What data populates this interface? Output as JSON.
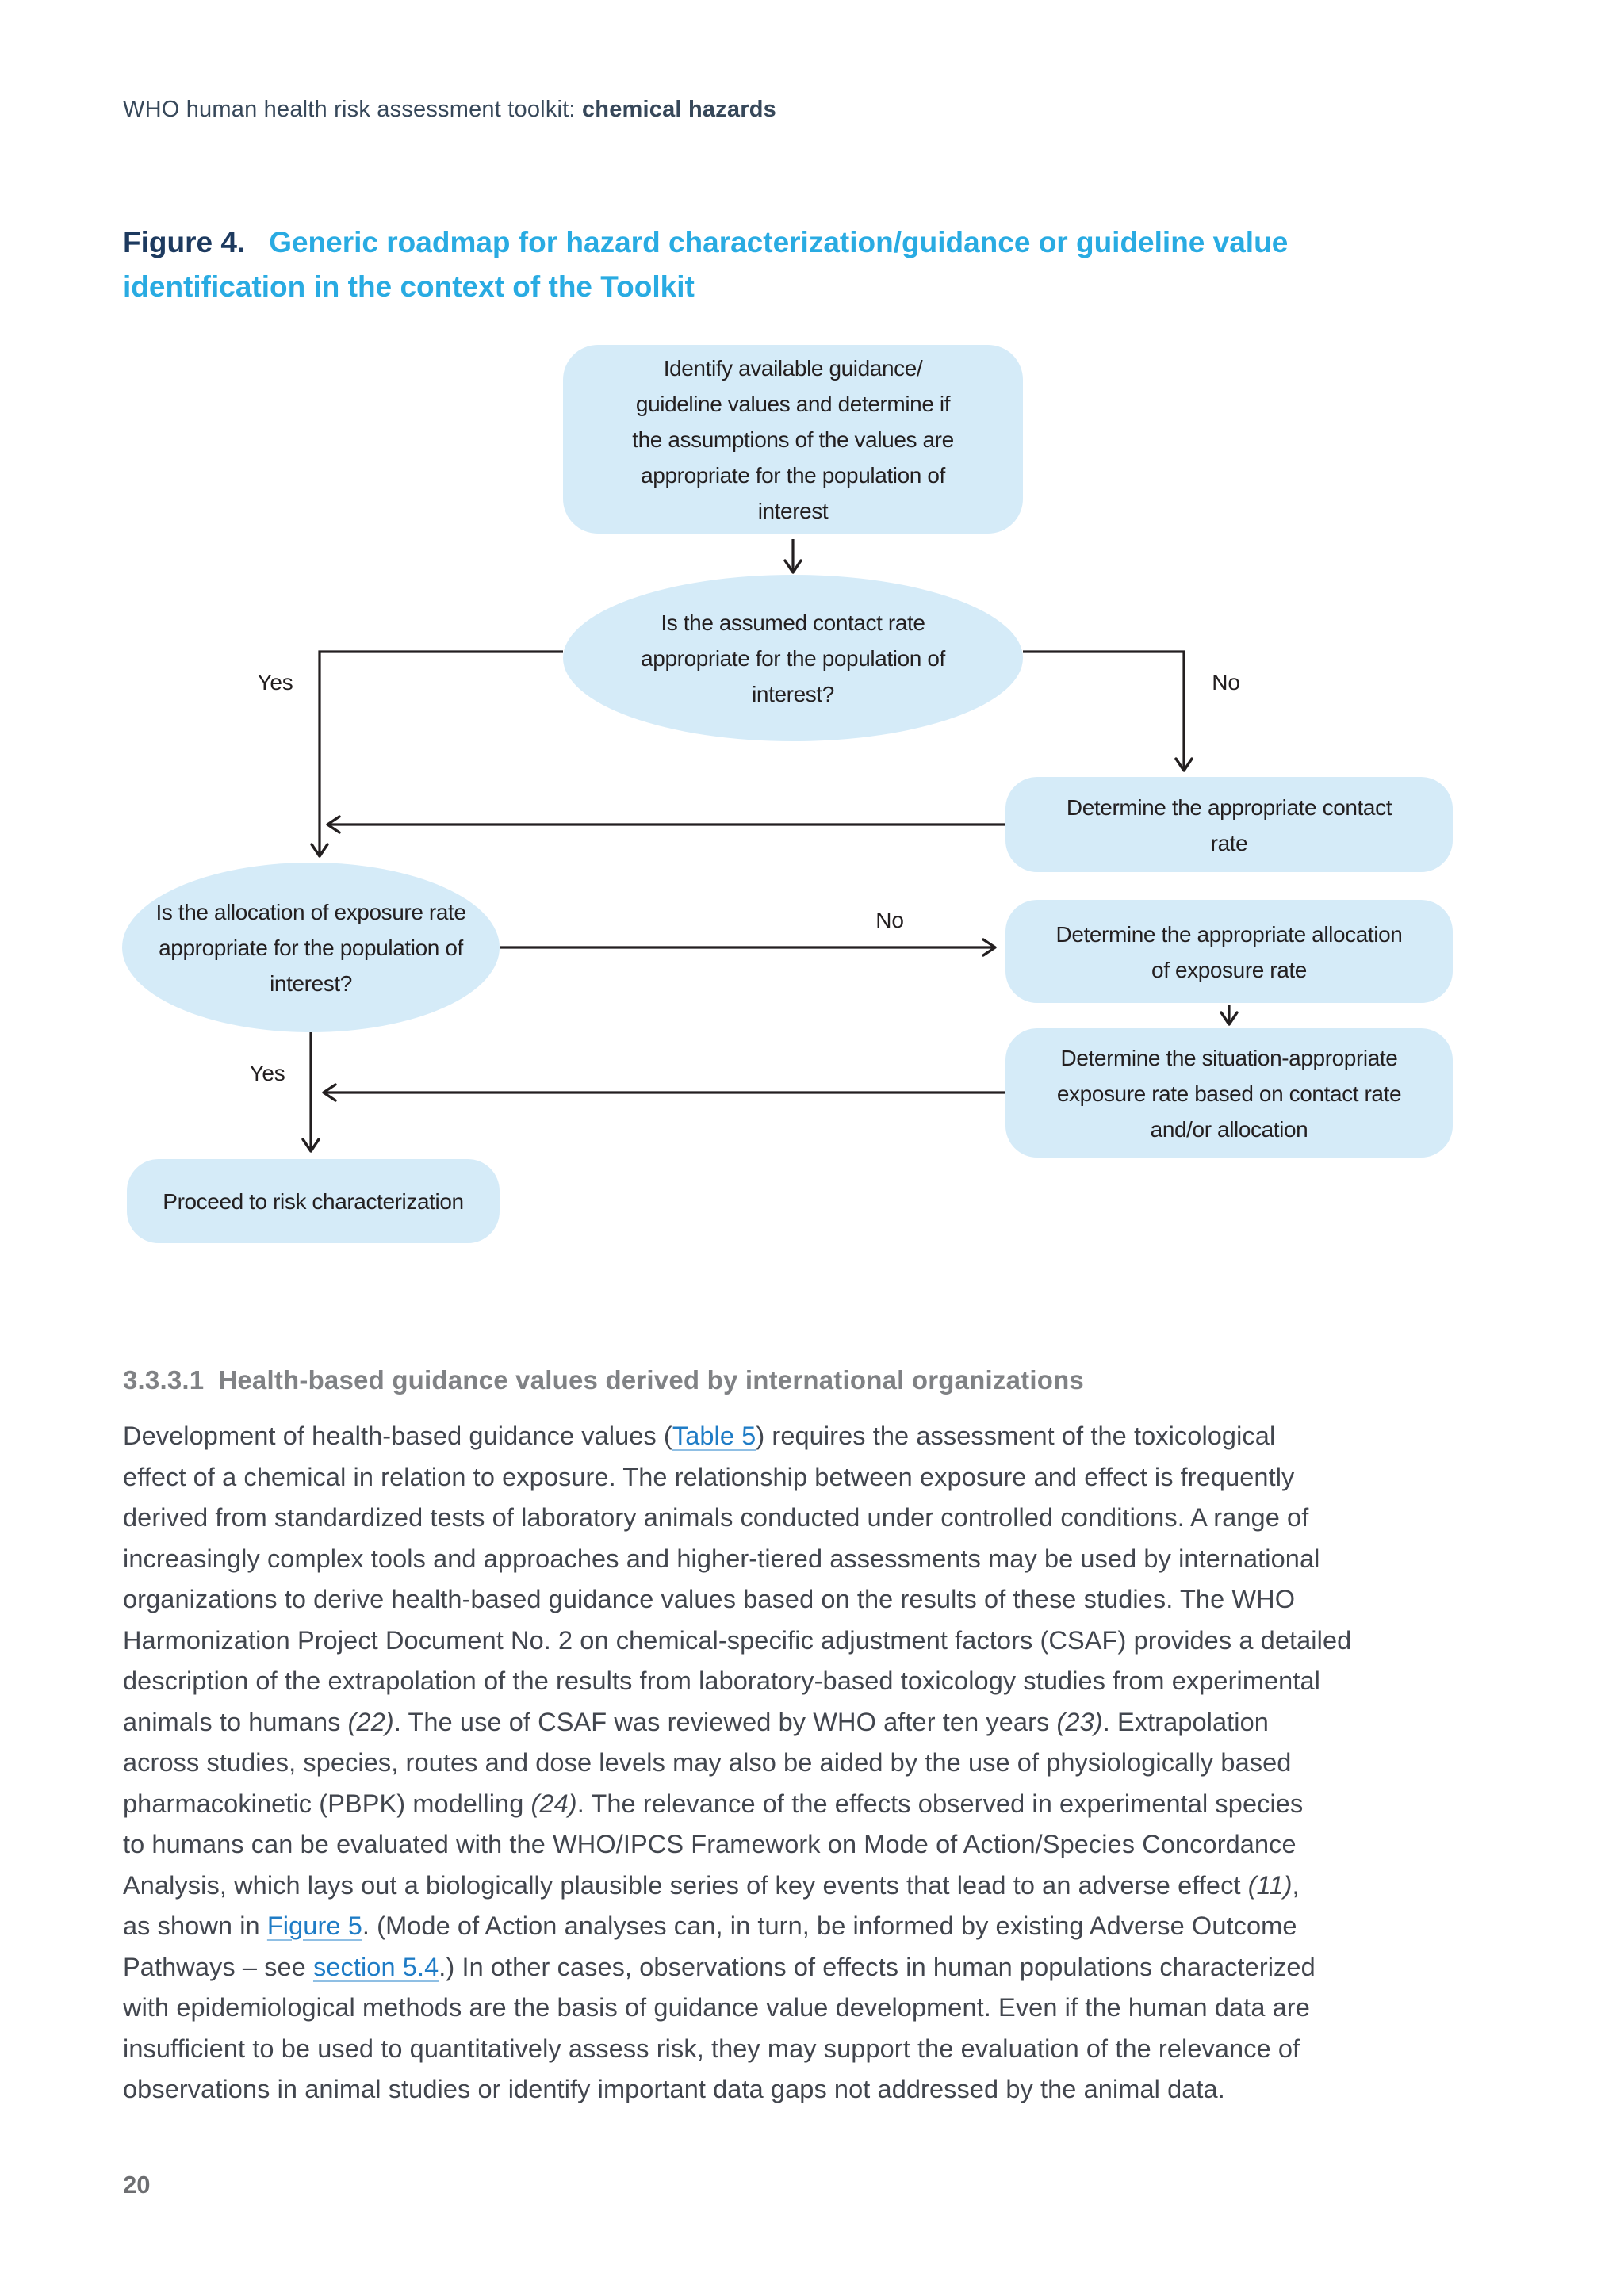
{
  "page": {
    "header_regular": "WHO human health risk assessment toolkit: ",
    "header_bold": "chemical hazards",
    "page_number": "20"
  },
  "figure": {
    "label": "Figure 4.",
    "title_line1": "Generic roadmap for hazard characterization/guidance or guideline value",
    "title_line2": "identification in the context of the Toolkit"
  },
  "flow": {
    "top_box": {
      "lines": [
        "Identify available guidance/",
        "guideline values and determine if",
        "the assumptions of the values are",
        "appropriate for the population of",
        "interest"
      ]
    },
    "q1": {
      "lines": [
        "Is the assumed contact rate",
        "appropriate for the population of",
        "interest?"
      ]
    },
    "contact_box": {
      "lines": [
        "Determine the appropriate contact",
        "rate"
      ]
    },
    "q2": {
      "lines": [
        "Is the allocation of exposure rate",
        "appropriate for the population of",
        "interest?"
      ]
    },
    "allocation_box": {
      "lines": [
        "Determine the appropriate allocation",
        "of exposure rate"
      ]
    },
    "situation_box": {
      "lines": [
        "Determine the situation-appropriate",
        "exposure rate based on contact rate",
        "and/or allocation"
      ]
    },
    "proceed_box": {
      "lines": [
        "Proceed to risk characterization"
      ]
    },
    "labels": {
      "yes1": "Yes",
      "no1": "No",
      "no2": "No",
      "yes2": "Yes"
    }
  },
  "section": {
    "number": "3.3.3.1",
    "title": "Health-based guidance values derived by international organizations"
  },
  "paragraph": {
    "lines": [
      [
        {
          "t": "Development of health-based guidance values ("
        },
        {
          "t": "Table 5",
          "k": "link"
        },
        {
          "t": ") requires the assessment of the toxicological"
        }
      ],
      [
        {
          "t": "effect of a chemical in relation to exposure. The relationship between exposure and effect is frequently"
        }
      ],
      [
        {
          "t": "derived from standardized tests of laboratory animals conducted under controlled conditions. A range of"
        }
      ],
      [
        {
          "t": "increasingly complex tools and approaches and higher-tiered assessments may be used by international"
        }
      ],
      [
        {
          "t": "organizations to derive health-based guidance values based on the results of these studies. The WHO"
        }
      ],
      [
        {
          "t": "Harmonization Project Document No. 2 on chemical-specific adjustment factors (CSAF) provides a detailed"
        }
      ],
      [
        {
          "t": "description of the extrapolation of the results from laboratory-based toxicology studies from experimental"
        }
      ],
      [
        {
          "t": "animals to humans "
        },
        {
          "t": "(22)",
          "k": "cite"
        },
        {
          "t": ". The use of CSAF was reviewed by WHO after ten years "
        },
        {
          "t": "(23)",
          "k": "cite"
        },
        {
          "t": ". Extrapolation"
        }
      ],
      [
        {
          "t": "across studies, species, routes and dose levels may also be aided by the use of physiologically based"
        }
      ],
      [
        {
          "t": "pharmacokinetic (PBPK) modelling "
        },
        {
          "t": "(24)",
          "k": "cite"
        },
        {
          "t": ". The relevance of the effects observed in experimental species"
        }
      ],
      [
        {
          "t": "to humans can be evaluated with the WHO/IPCS Framework on Mode of Action/Species Concordance"
        }
      ],
      [
        {
          "t": "Analysis, which lays out a biologically plausible series of key events that lead to an adverse effect "
        },
        {
          "t": "(11)",
          "k": "cite"
        },
        {
          "t": ","
        }
      ],
      [
        {
          "t": "as shown in "
        },
        {
          "t": "Figure 5",
          "k": "link"
        },
        {
          "t": ". (Mode of Action analyses can, in turn, be informed by existing Adverse Outcome"
        }
      ],
      [
        {
          "t": "Pathways – see "
        },
        {
          "t": "section 5.4",
          "k": "link"
        },
        {
          "t": ".) In other cases, observations of effects in human populations characterized"
        }
      ],
      [
        {
          "t": "with epidemiological methods are the basis of guidance value development. Even if the human data are"
        }
      ],
      [
        {
          "t": "insufficient to be used to quantitatively assess risk, they may support the evaluation of the relevance of"
        }
      ],
      [
        {
          "t": "observations in animal studies or identify important data gaps not addressed by the animal data."
        }
      ]
    ]
  },
  "colors": {
    "accent_blue": "#29ABE2",
    "navy": "#1D3A5F",
    "node_fill": "#D5EBF8",
    "flow_ink": "#231F20",
    "body_text": "#42464E",
    "heading_gray": "#808285",
    "link_blue": "#1F7CC6"
  }
}
